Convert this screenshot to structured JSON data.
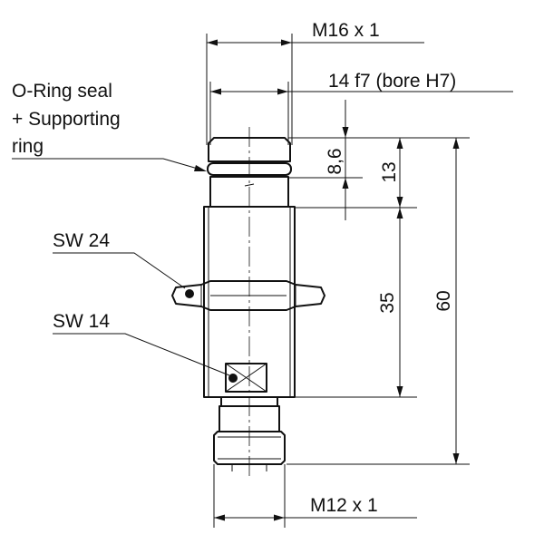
{
  "drawing": {
    "labels": {
      "thread_top": "M16 x 1",
      "bore": "14  f7 (bore H7)",
      "oring_line1": "O-Ring seal",
      "oring_line2": "+ Supporting",
      "oring_line3": "ring",
      "sw24": "SW 24",
      "sw14": "SW 14",
      "thread_bottom": "M12 x 1"
    },
    "dimensions": {
      "d1": "8,6",
      "d2": "13",
      "d3": "35",
      "d4": "60"
    }
  }
}
